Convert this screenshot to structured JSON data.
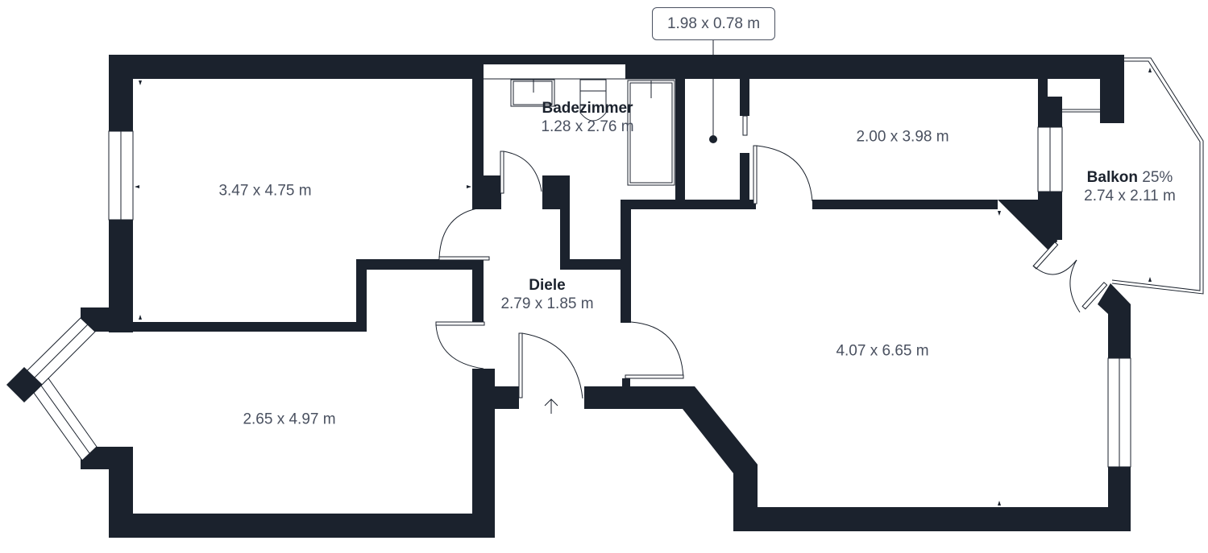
{
  "floorplan": {
    "wall_color": "#1b222d",
    "text_color": "#4a5160",
    "callout": {
      "dims": "1.98 x 0.78 m"
    },
    "rooms": [
      {
        "id": "room-top-left",
        "name": "",
        "dims": "3.47 x 4.75 m"
      },
      {
        "id": "badezimmer",
        "name": "Badezimmer",
        "dims": "1.28 x 2.76 m"
      },
      {
        "id": "room-top-right",
        "name": "",
        "dims": "2.00 x 3.98 m"
      },
      {
        "id": "balkon",
        "name": "Balkon",
        "suffix": "25%",
        "dims": "2.74 x 2.11 m"
      },
      {
        "id": "diele",
        "name": "Diele",
        "dims": "2.79 x 1.85 m"
      },
      {
        "id": "living-room",
        "name": "",
        "dims": "4.07 x 6.65 m"
      },
      {
        "id": "room-bottom-left",
        "name": "",
        "dims": "2.65 x 4.97 m"
      }
    ],
    "entrance_icon": "arrow-up-icon"
  }
}
